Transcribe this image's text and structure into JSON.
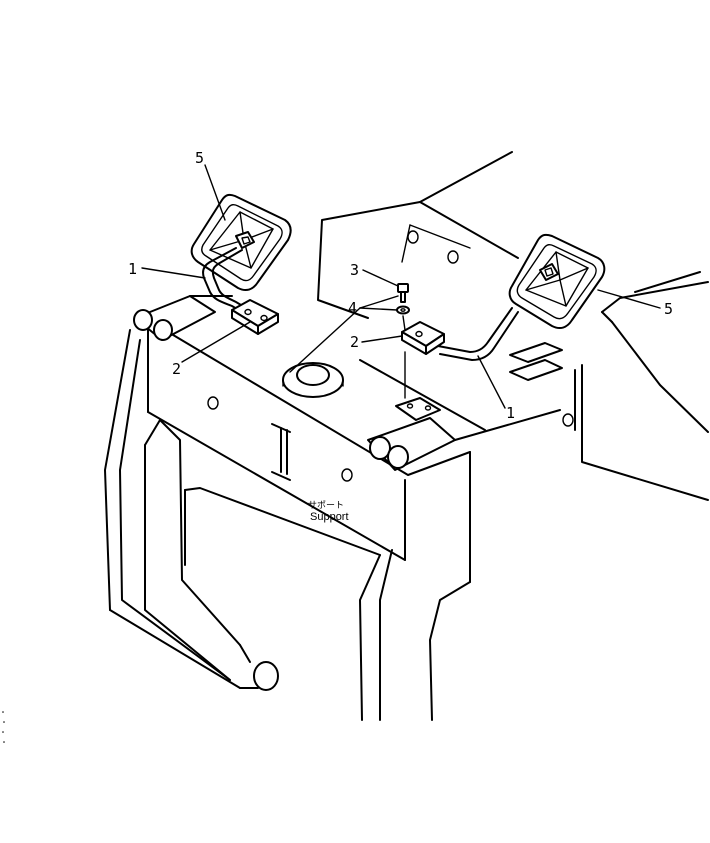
{
  "callouts": [
    {
      "id": "c5a",
      "text": "5"
    },
    {
      "id": "c1a",
      "text": "1"
    },
    {
      "id": "c2a",
      "text": "2"
    },
    {
      "id": "c3",
      "text": "3"
    },
    {
      "id": "c4",
      "text": "4"
    },
    {
      "id": "c2b",
      "text": "2"
    },
    {
      "id": "c1b",
      "text": "1"
    },
    {
      "id": "c5b",
      "text": "5"
    }
  ],
  "support_label": {
    "jp": "サポート",
    "en": "Support"
  }
}
